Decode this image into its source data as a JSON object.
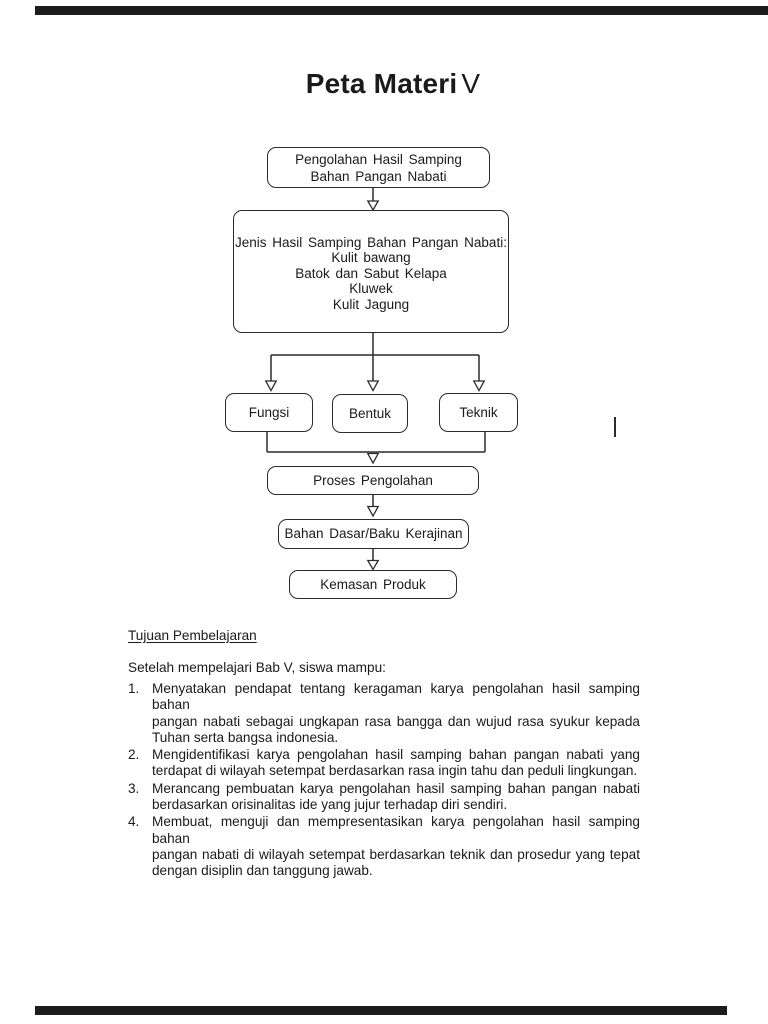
{
  "title": {
    "main": "Peta Materi",
    "numeral": "V"
  },
  "flowchart": {
    "pengolahan_box": {
      "line1": "Pengolahan Hasil Samping",
      "line2": "Bahan Pangan Nabati"
    },
    "jenis_box": {
      "line1": "Jenis Hasil Samping Bahan Pangan Nabati:",
      "line2": "Kulit bawang",
      "line3": "Batok dan Sabut Kelapa",
      "line4": "Kluwek",
      "line5": "Kulit Jagung"
    },
    "fungsi_label": "Fungsi",
    "bentuk_label": "Bentuk",
    "teknik_label": "Teknik",
    "proses_label": "Proses Pengolahan",
    "bahan_label": "Bahan Dasar/Baku Kerajinan",
    "kemasan_label": "Kemasan Produk"
  },
  "section": {
    "heading": "Tujuan Pembelajaran",
    "intro": "Setelah mempelajari Bab V, siswa mampu:",
    "items": [
      {
        "number": "1.",
        "lines": [
          "Menyatakan pendapat tentang keragaman karya pengolahan hasil samping bahan",
          "pangan nabati sebagai ungkapan rasa bangga dan wujud rasa syukur kepada",
          "Tuhan serta bangsa indonesia."
        ]
      },
      {
        "number": "2.",
        "lines": [
          "Mengidentifikasi karya pengolahan hasil samping bahan pangan nabati yang",
          "terdapat di wilayah setempat berdasarkan rasa ingin tahu dan peduli lingkungan."
        ]
      },
      {
        "number": "3.",
        "lines": [
          "Merancang pembuatan karya pengolahan hasil samping bahan pangan nabati",
          "berdasarkan orisinalitas ide yang jujur terhadap diri sendiri."
        ]
      },
      {
        "number": "4.",
        "lines": [
          "Membuat, menguji dan mempresentasikan karya pengolahan hasil samping bahan",
          "pangan nabati di wilayah setempat berdasarkan teknik dan prosedur yang tepat",
          "dengan disiplin dan tanggung jawab."
        ]
      }
    ]
  },
  "colors": {
    "ink": "#1a1a1a",
    "line": "#2b2b2b",
    "edge_bar": "#1c1c1c"
  }
}
